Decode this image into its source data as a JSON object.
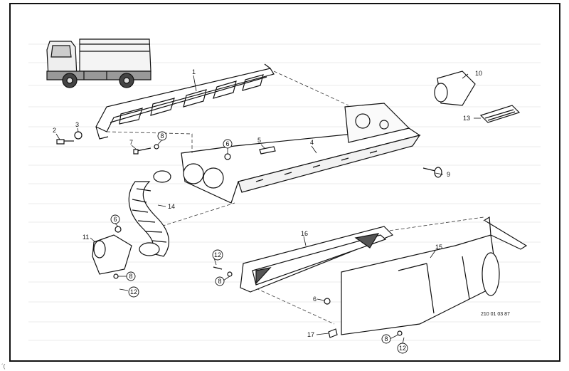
{
  "figure": {
    "reference_code": "210 01 03 87",
    "corner_mark": "´(",
    "callouts": [
      {
        "id": "p1",
        "text": "1"
      },
      {
        "id": "p2",
        "text": "2"
      },
      {
        "id": "p3",
        "text": "3"
      },
      {
        "id": "p4",
        "text": "4"
      },
      {
        "id": "p5",
        "text": "5"
      },
      {
        "id": "p6a",
        "text": "6"
      },
      {
        "id": "p6b",
        "text": "6"
      },
      {
        "id": "p6c",
        "text": "6"
      },
      {
        "id": "p7",
        "text": "7"
      },
      {
        "id": "p8a",
        "text": "8"
      },
      {
        "id": "p8b",
        "text": "8"
      },
      {
        "id": "p8c",
        "text": "8"
      },
      {
        "id": "p8d",
        "text": "8"
      },
      {
        "id": "p9",
        "text": "9"
      },
      {
        "id": "p10",
        "text": "10"
      },
      {
        "id": "p11",
        "text": "11"
      },
      {
        "id": "p12a",
        "text": "12"
      },
      {
        "id": "p12b",
        "text": "12"
      },
      {
        "id": "p12c",
        "text": "12"
      },
      {
        "id": "p13",
        "text": "13"
      },
      {
        "id": "p14",
        "text": "14"
      },
      {
        "id": "p15",
        "text": "15"
      },
      {
        "id": "p16",
        "text": "16"
      },
      {
        "id": "p17",
        "text": "17"
      }
    ]
  }
}
